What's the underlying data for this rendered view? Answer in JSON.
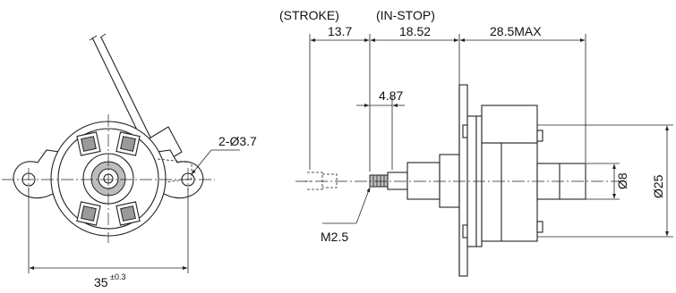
{
  "labels": {
    "stroke": "(STROKE)",
    "in_stop": "(IN-STOP)",
    "dim_stroke": "13.7",
    "dim_instop": "18.52",
    "dim_max": "28.5MAX",
    "dim_487": "4.87",
    "hole": "2-Ø3.7",
    "thread": "M2.5",
    "shaft_dia": "Ø8",
    "body_dia": "Ø25",
    "pitch": "35",
    "tolerance": "±0.3"
  }
}
